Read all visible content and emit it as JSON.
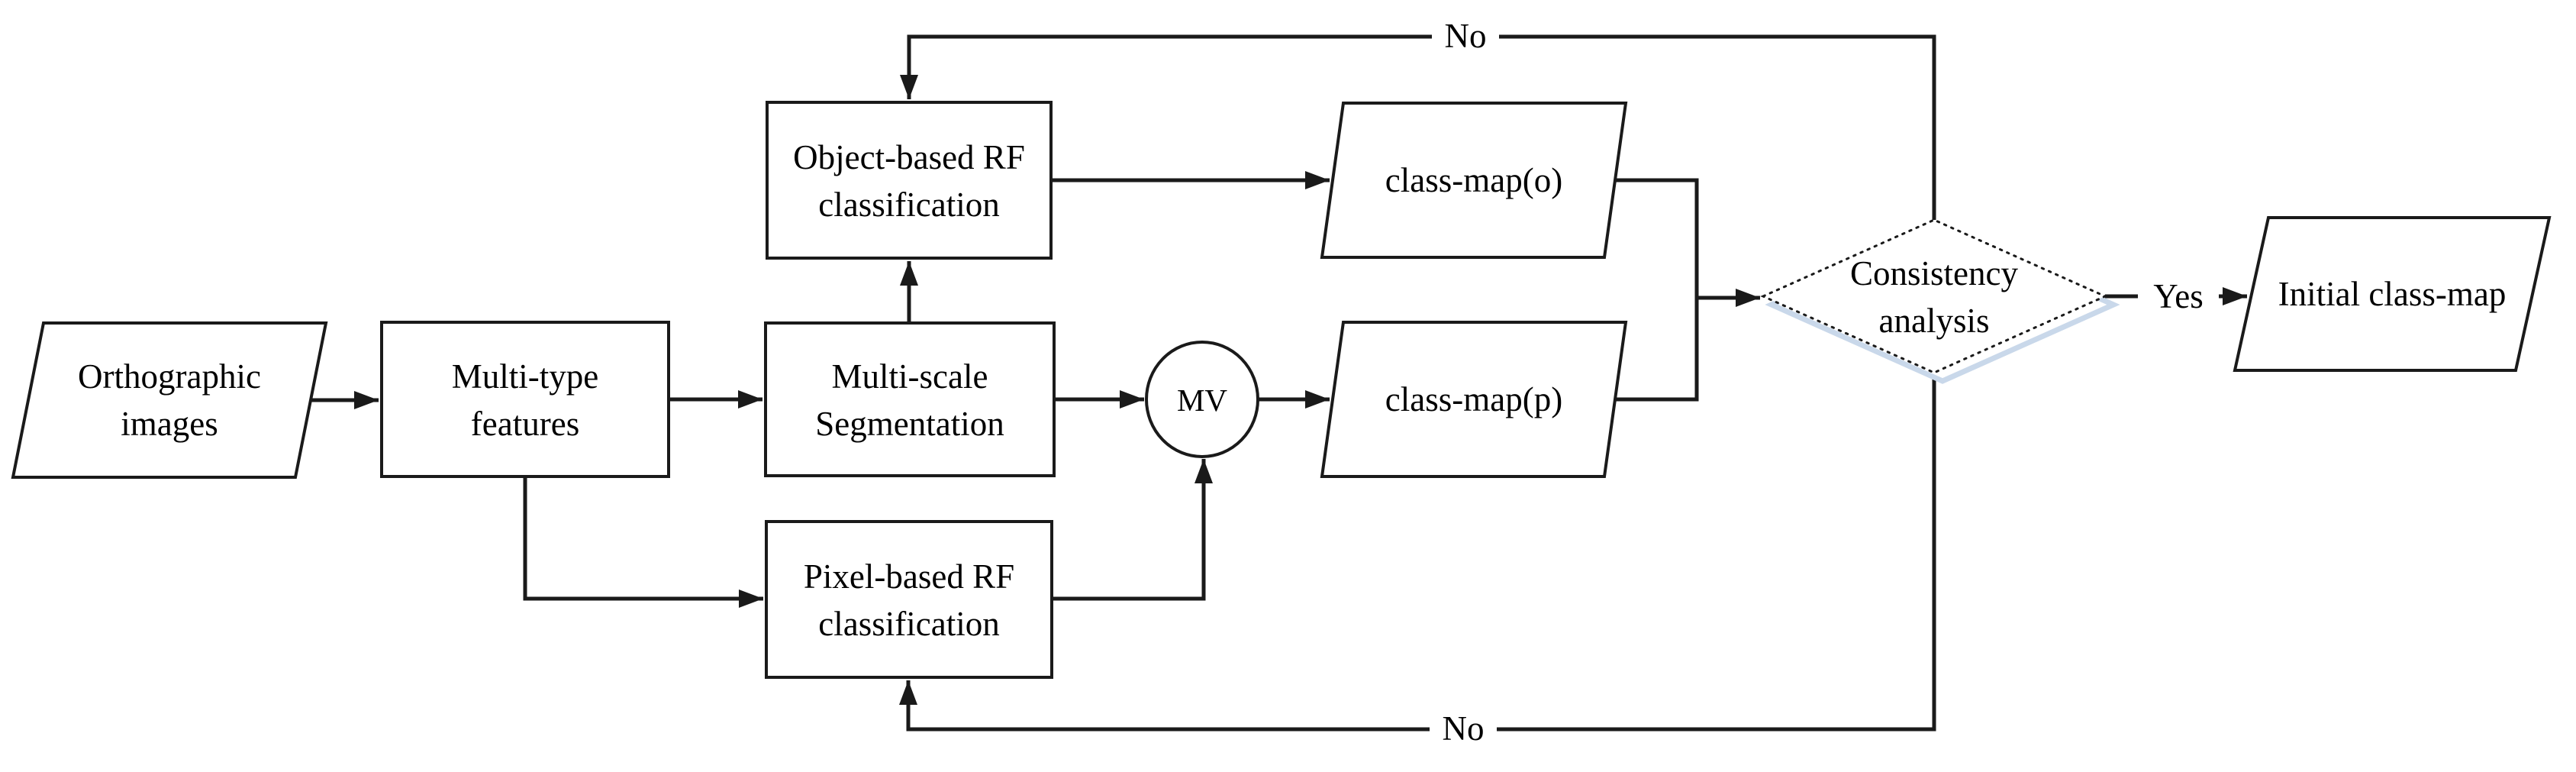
{
  "diagram": {
    "title": "Classification workflow flowchart",
    "colors": {
      "background": "#ffffff",
      "stroke": "#1a1a1a",
      "diamond_shadow": "#c9d8ea"
    },
    "nodes": {
      "orthographic": {
        "type": "parallelogram",
        "line1": "Orthographic",
        "line2": "images"
      },
      "multi_type": {
        "type": "rect",
        "line1": "Multi-type",
        "line2": "features"
      },
      "object_rf": {
        "type": "rect",
        "line1": "Object-based RF",
        "line2": "classification"
      },
      "multi_scale": {
        "type": "rect",
        "line1": "Multi-scale",
        "line2": "Segmentation"
      },
      "pixel_rf": {
        "type": "rect",
        "line1": "Pixel-based RF",
        "line2": "classification"
      },
      "mv": {
        "type": "circle",
        "label": "MV"
      },
      "class_map_o": {
        "type": "parallelogram",
        "label": "class-map(o)"
      },
      "class_map_p": {
        "type": "parallelogram",
        "label": "class-map(p)"
      },
      "consistency": {
        "type": "diamond",
        "line1": "Consistency",
        "line2": "analysis"
      },
      "initial_class_map": {
        "type": "parallelogram",
        "label": "Initial class-map"
      }
    },
    "edge_labels": {
      "yes": "Yes",
      "no_top": "No",
      "no_bottom": "No"
    }
  }
}
